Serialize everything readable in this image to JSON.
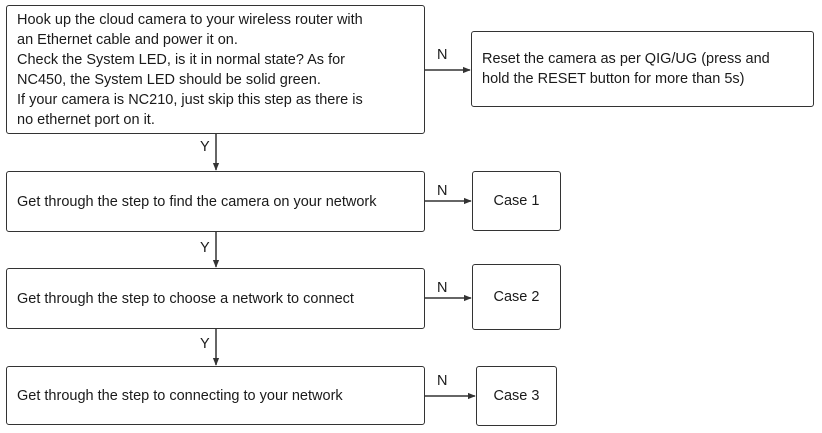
{
  "steps": {
    "step1": {
      "lines": [
        "Hook up the cloud camera to your wireless router with",
        "an Ethernet cable and power it on.",
        "Check the System LED, is it in normal state? As for",
        "NC450, the System LED should be solid green.",
        "If your camera is NC210, just skip this step as there is",
        "no ethernet port on it."
      ]
    },
    "step1_no": {
      "lines": [
        "Reset the camera as per QIG/UG (press and",
        "hold the RESET button for more than 5s)"
      ]
    },
    "step2": {
      "text": "Get through the step to find the camera on your network"
    },
    "step3": {
      "text": "Get through the step to choose a network to connect"
    },
    "step4": {
      "text": "Get through the step to connecting to your network"
    }
  },
  "cases": {
    "case1": "Case 1",
    "case2": "Case 2",
    "case3": "Case 3"
  },
  "labels": {
    "yes": "Y",
    "no": "N"
  }
}
